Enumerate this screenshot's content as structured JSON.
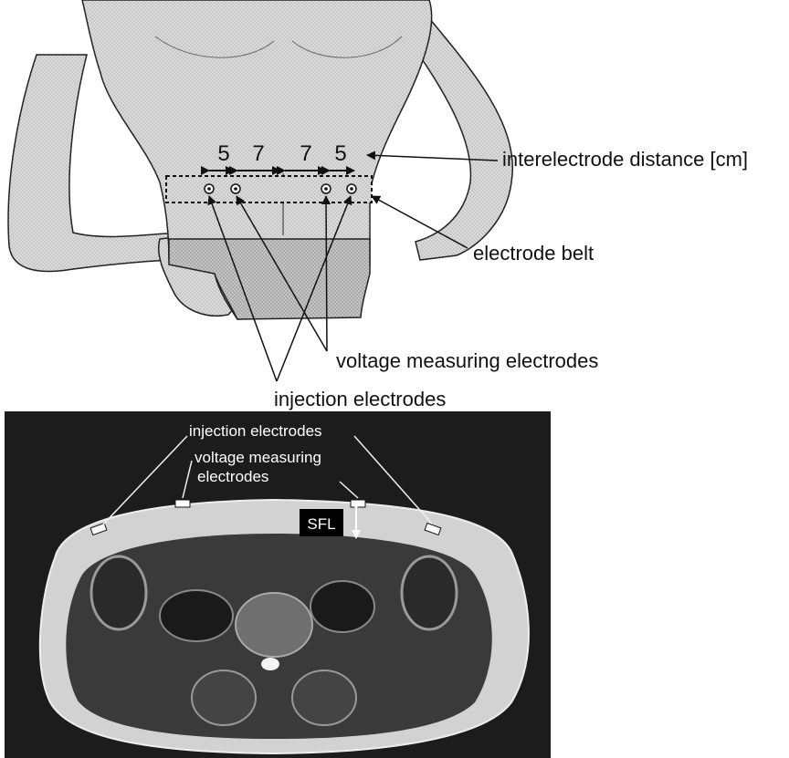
{
  "top_panel": {
    "distances": [
      "5",
      "7",
      "7",
      "5"
    ],
    "labels": {
      "interelectrode_distance": "interelectrode distance [cm]",
      "electrode_belt": "electrode belt",
      "voltage_measuring_electrodes": "voltage measuring electrodes",
      "injection_electrodes": "injection electrodes"
    }
  },
  "bottom_panel": {
    "labels": {
      "injection_electrodes": "injection electrodes",
      "voltage_measuring_line1": "voltage measuring",
      "voltage_measuring_line2": "electrodes",
      "sfl": "SFL"
    }
  },
  "colors": {
    "skin": "#d9d9d9",
    "outline": "#222222",
    "mri_background": "#1a1a1a"
  }
}
